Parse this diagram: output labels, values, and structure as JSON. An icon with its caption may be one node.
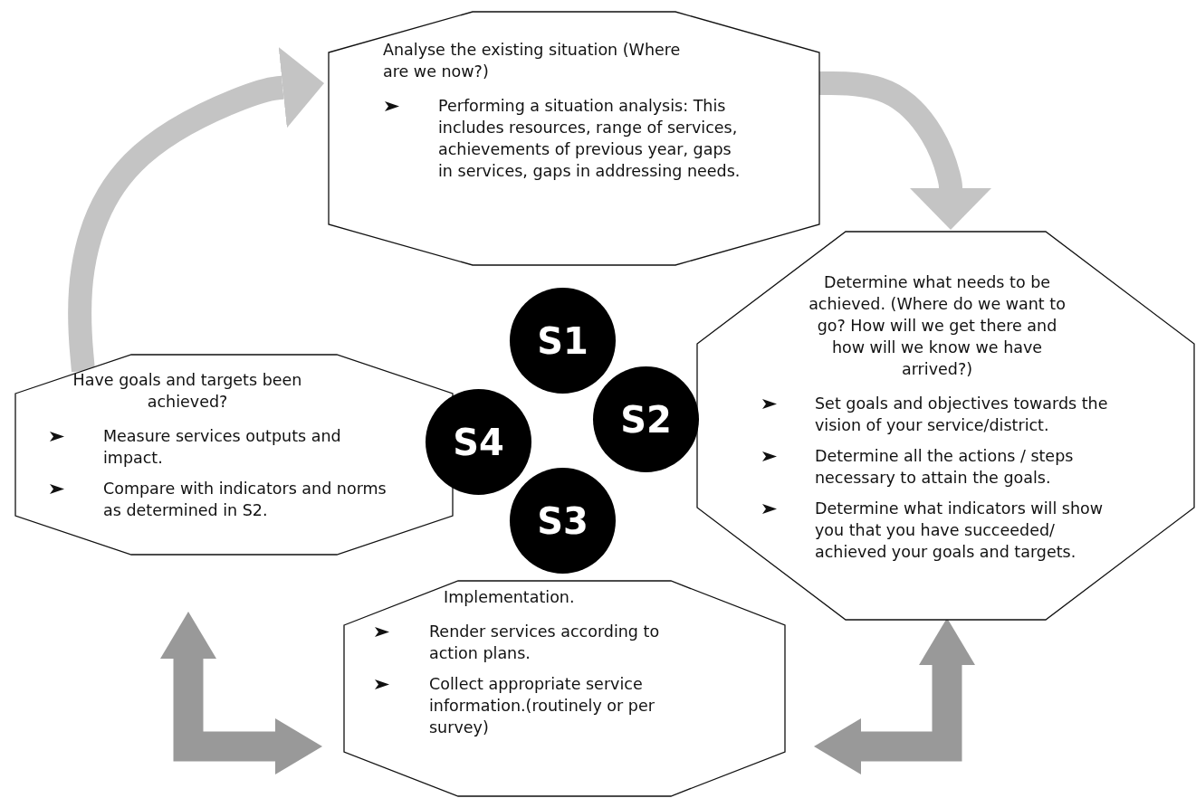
{
  "diagram": {
    "nodes": [
      {
        "text": [
          "Analyse the existing situation (Where are we now?)",
          "Performing a situation analysis: This includes resources, range of services, achievements of previous year, gaps in services, gaps in addressing needs."
        ]
      },
      {
        "text": [
          "Determine what needs to be achieved. (Where do we want to go? How will we get there and how will we know we have arrived?)",
          "Set goals and objectives towards the vision of your service/district.",
          "Determine all the actions / steps necessary to attain the goals.",
          "Determine what indicators will show you that you have succeeded/ achieved your goals and targets."
        ]
      },
      {
        "text": [
          "Implementation.",
          "Render services according to action plans.",
          "Collect appropriate service information.(routinely or per survey)"
        ]
      },
      {
        "text": [
          "Have goals and targets been achieved?",
          "Measure services outputs and impact.",
          "Compare with indicators and norms as determined in S2."
        ]
      },
      {
        "text": [
          "S1"
        ]
      },
      {
        "text": [
          "S2"
        ]
      },
      {
        "text": [
          "S3"
        ]
      },
      {
        "text": [
          "S4"
        ]
      }
    ],
    "edges": [
      {
        "from": 0,
        "to": 1,
        "arrow": "to",
        "color": "#c4c4c4"
      },
      {
        "from": 3,
        "to": 0,
        "arrow": "to",
        "color": "#c4c4c4"
      },
      {
        "from": 3,
        "to": 2,
        "arrow": "both",
        "color": "#999999"
      },
      {
        "from": 2,
        "to": 1,
        "arrow": "both",
        "color": "#999999"
      }
    ]
  }
}
